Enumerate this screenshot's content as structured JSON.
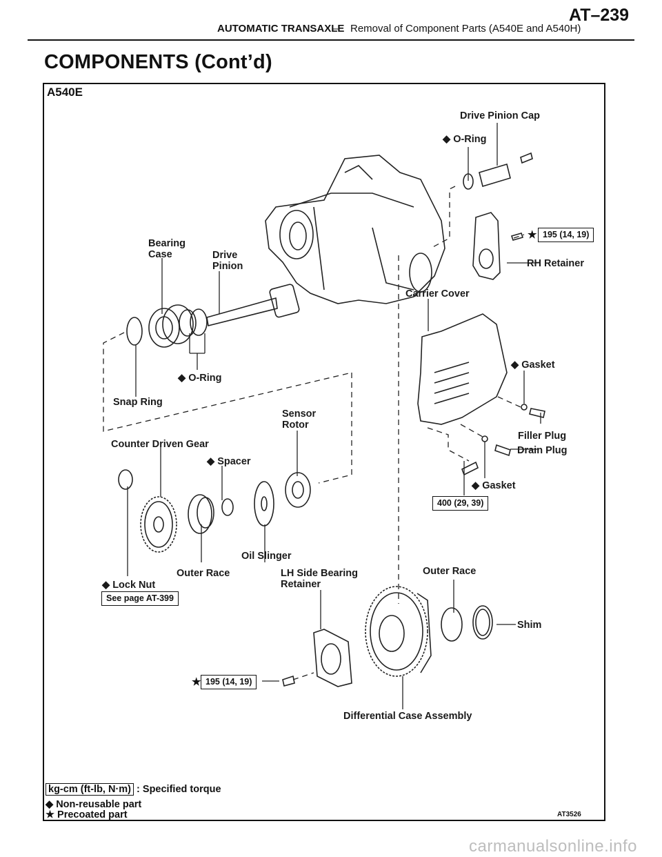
{
  "header": {
    "section": "AUTOMATIC TRANSAXLE",
    "separator": "–",
    "subtitle": "Removal of Component Parts (A540E and A540H)",
    "page_number": "AT–239"
  },
  "title": "COMPONENTS (Cont’d)",
  "diagram": {
    "model": "A540E",
    "figure_code": "AT3526",
    "symbols": {
      "non_reusable": "◆",
      "precoated": "★"
    },
    "labels": {
      "drive_pinion_cap": "Drive Pinion Cap",
      "o_ring_top": "O-Ring",
      "rh_retainer": "RH Retainer",
      "bearing_case_1": "Bearing",
      "bearing_case_2": "Case",
      "drive_pinion_1": "Drive",
      "drive_pinion_2": "Pinion",
      "carrier_cover": "Carrier Cover",
      "o_ring_mid": "O-Ring",
      "snap_ring": "Snap Ring",
      "gasket_upper": "Gasket",
      "filler_plug": "Filler Plug",
      "drain_plug": "Drain Plug",
      "gasket_lower": "Gasket",
      "sensor_rotor_1": "Sensor",
      "sensor_rotor_2": "Rotor",
      "counter_driven_gear": "Counter Driven Gear",
      "spacer": "Spacer",
      "oil_slinger": "Oil Slinger",
      "outer_race_left": "Outer Race",
      "lock_nut": "Lock Nut",
      "lh_side_bearing_1": "LH Side Bearing",
      "lh_side_bearing_2": "Retainer",
      "outer_race_right": "Outer Race",
      "shim": "Shim",
      "differential_case": "Differential Case Assembly"
    },
    "torque_boxes": {
      "rh_retainer": "195 (14, 19)",
      "carrier_cover": "400 (29, 39)",
      "lh_retainer": "195 (14, 19)",
      "lock_nut_ref": "See page AT-399"
    }
  },
  "legend": {
    "torque_unit": "kg-cm (ft-lb, N·m)",
    "torque_desc": ": Specified torque",
    "non_reusable": "Non-reusable part",
    "precoated": "Precoated part"
  },
  "watermark": "carmanualsonline.info"
}
